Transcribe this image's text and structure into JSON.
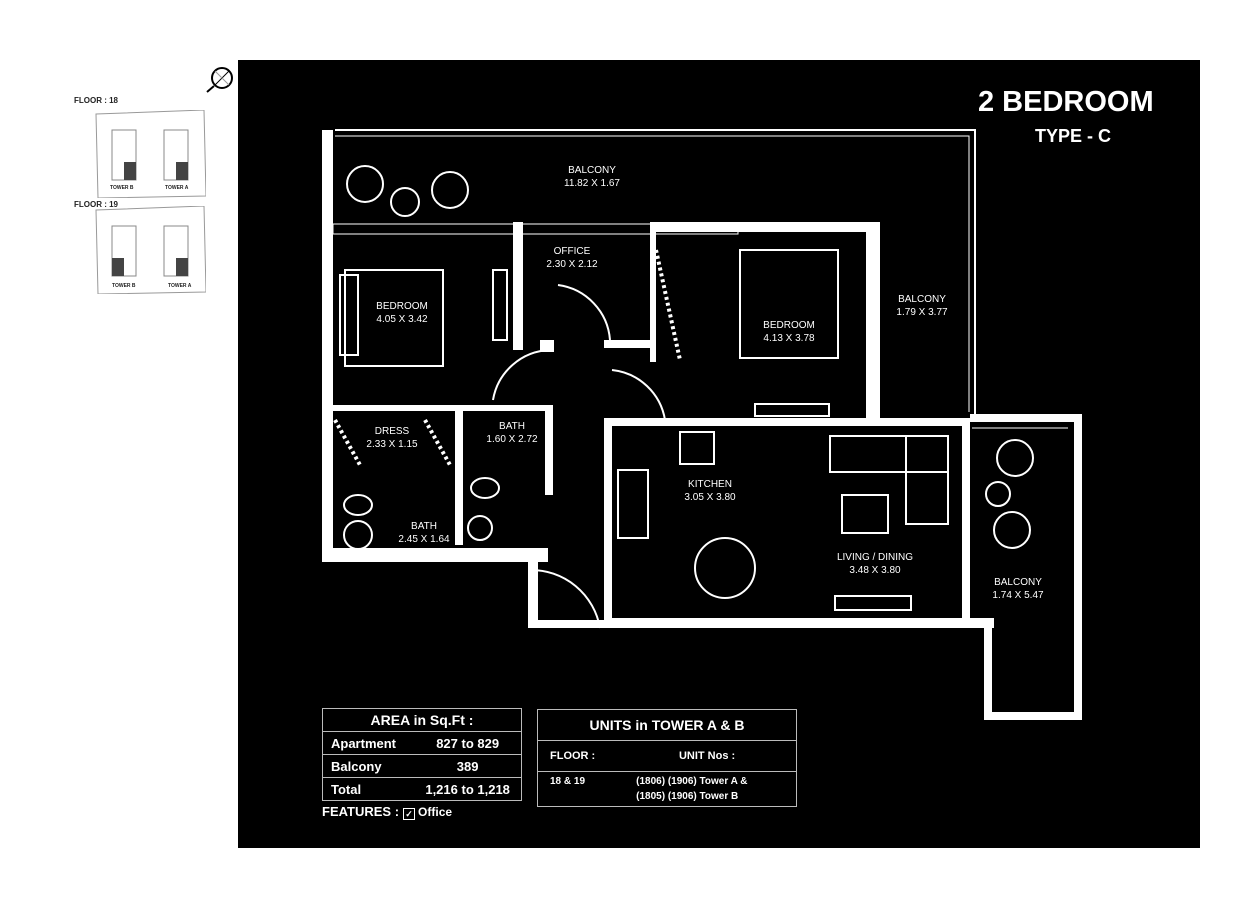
{
  "keyplan": {
    "floors": [
      {
        "label": "FLOOR : 18",
        "towers": [
          "TOWER B",
          "TOWER A"
        ]
      },
      {
        "label": "FLOOR : 19",
        "towers": [
          "TOWER B",
          "TOWER A"
        ]
      }
    ],
    "north_icon": "compass-north-icon"
  },
  "header": {
    "title": "2 BEDROOM",
    "subtitle": "TYPE - C"
  },
  "rooms": [
    {
      "name": "BALCONY",
      "dims": "11.82 X 1.67"
    },
    {
      "name": "OFFICE",
      "dims": "2.30 X 2.12"
    },
    {
      "name": "BEDROOM",
      "dims": "4.05 X 3.42"
    },
    {
      "name": "BEDROOM",
      "dims": "4.13 X 3.78"
    },
    {
      "name": "BALCONY",
      "dims": "1.79 X 3.77"
    },
    {
      "name": "DRESS",
      "dims": "2.33 X 1.15"
    },
    {
      "name": "BATH",
      "dims": "1.60 X 2.72"
    },
    {
      "name": "BATH",
      "dims": "2.45 X 1.64"
    },
    {
      "name": "KITCHEN",
      "dims": "3.05 X 3.80"
    },
    {
      "name": "LIVING / DINING",
      "dims": "3.48 X 3.80"
    },
    {
      "name": "BALCONY",
      "dims": "1.74 X 5.47"
    }
  ],
  "area": {
    "heading": "AREA in Sq.Ft :",
    "rows": [
      {
        "label": "Apartment",
        "value": "827 to 829"
      },
      {
        "label": "Balcony",
        "value": "389"
      },
      {
        "label": "Total",
        "value": "1,216 to 1,218"
      }
    ]
  },
  "features": {
    "label": "FEATURES :",
    "checkbox": "☑",
    "item": "Office"
  },
  "units": {
    "heading": "UNITS in TOWER A & B",
    "floor_header": "FLOOR :",
    "units_header": "UNIT Nos :",
    "floor_value": "18 & 19",
    "units_line1": "(1806) (1906) Tower A &",
    "units_line2": "(1805) (1906) Tower B"
  }
}
